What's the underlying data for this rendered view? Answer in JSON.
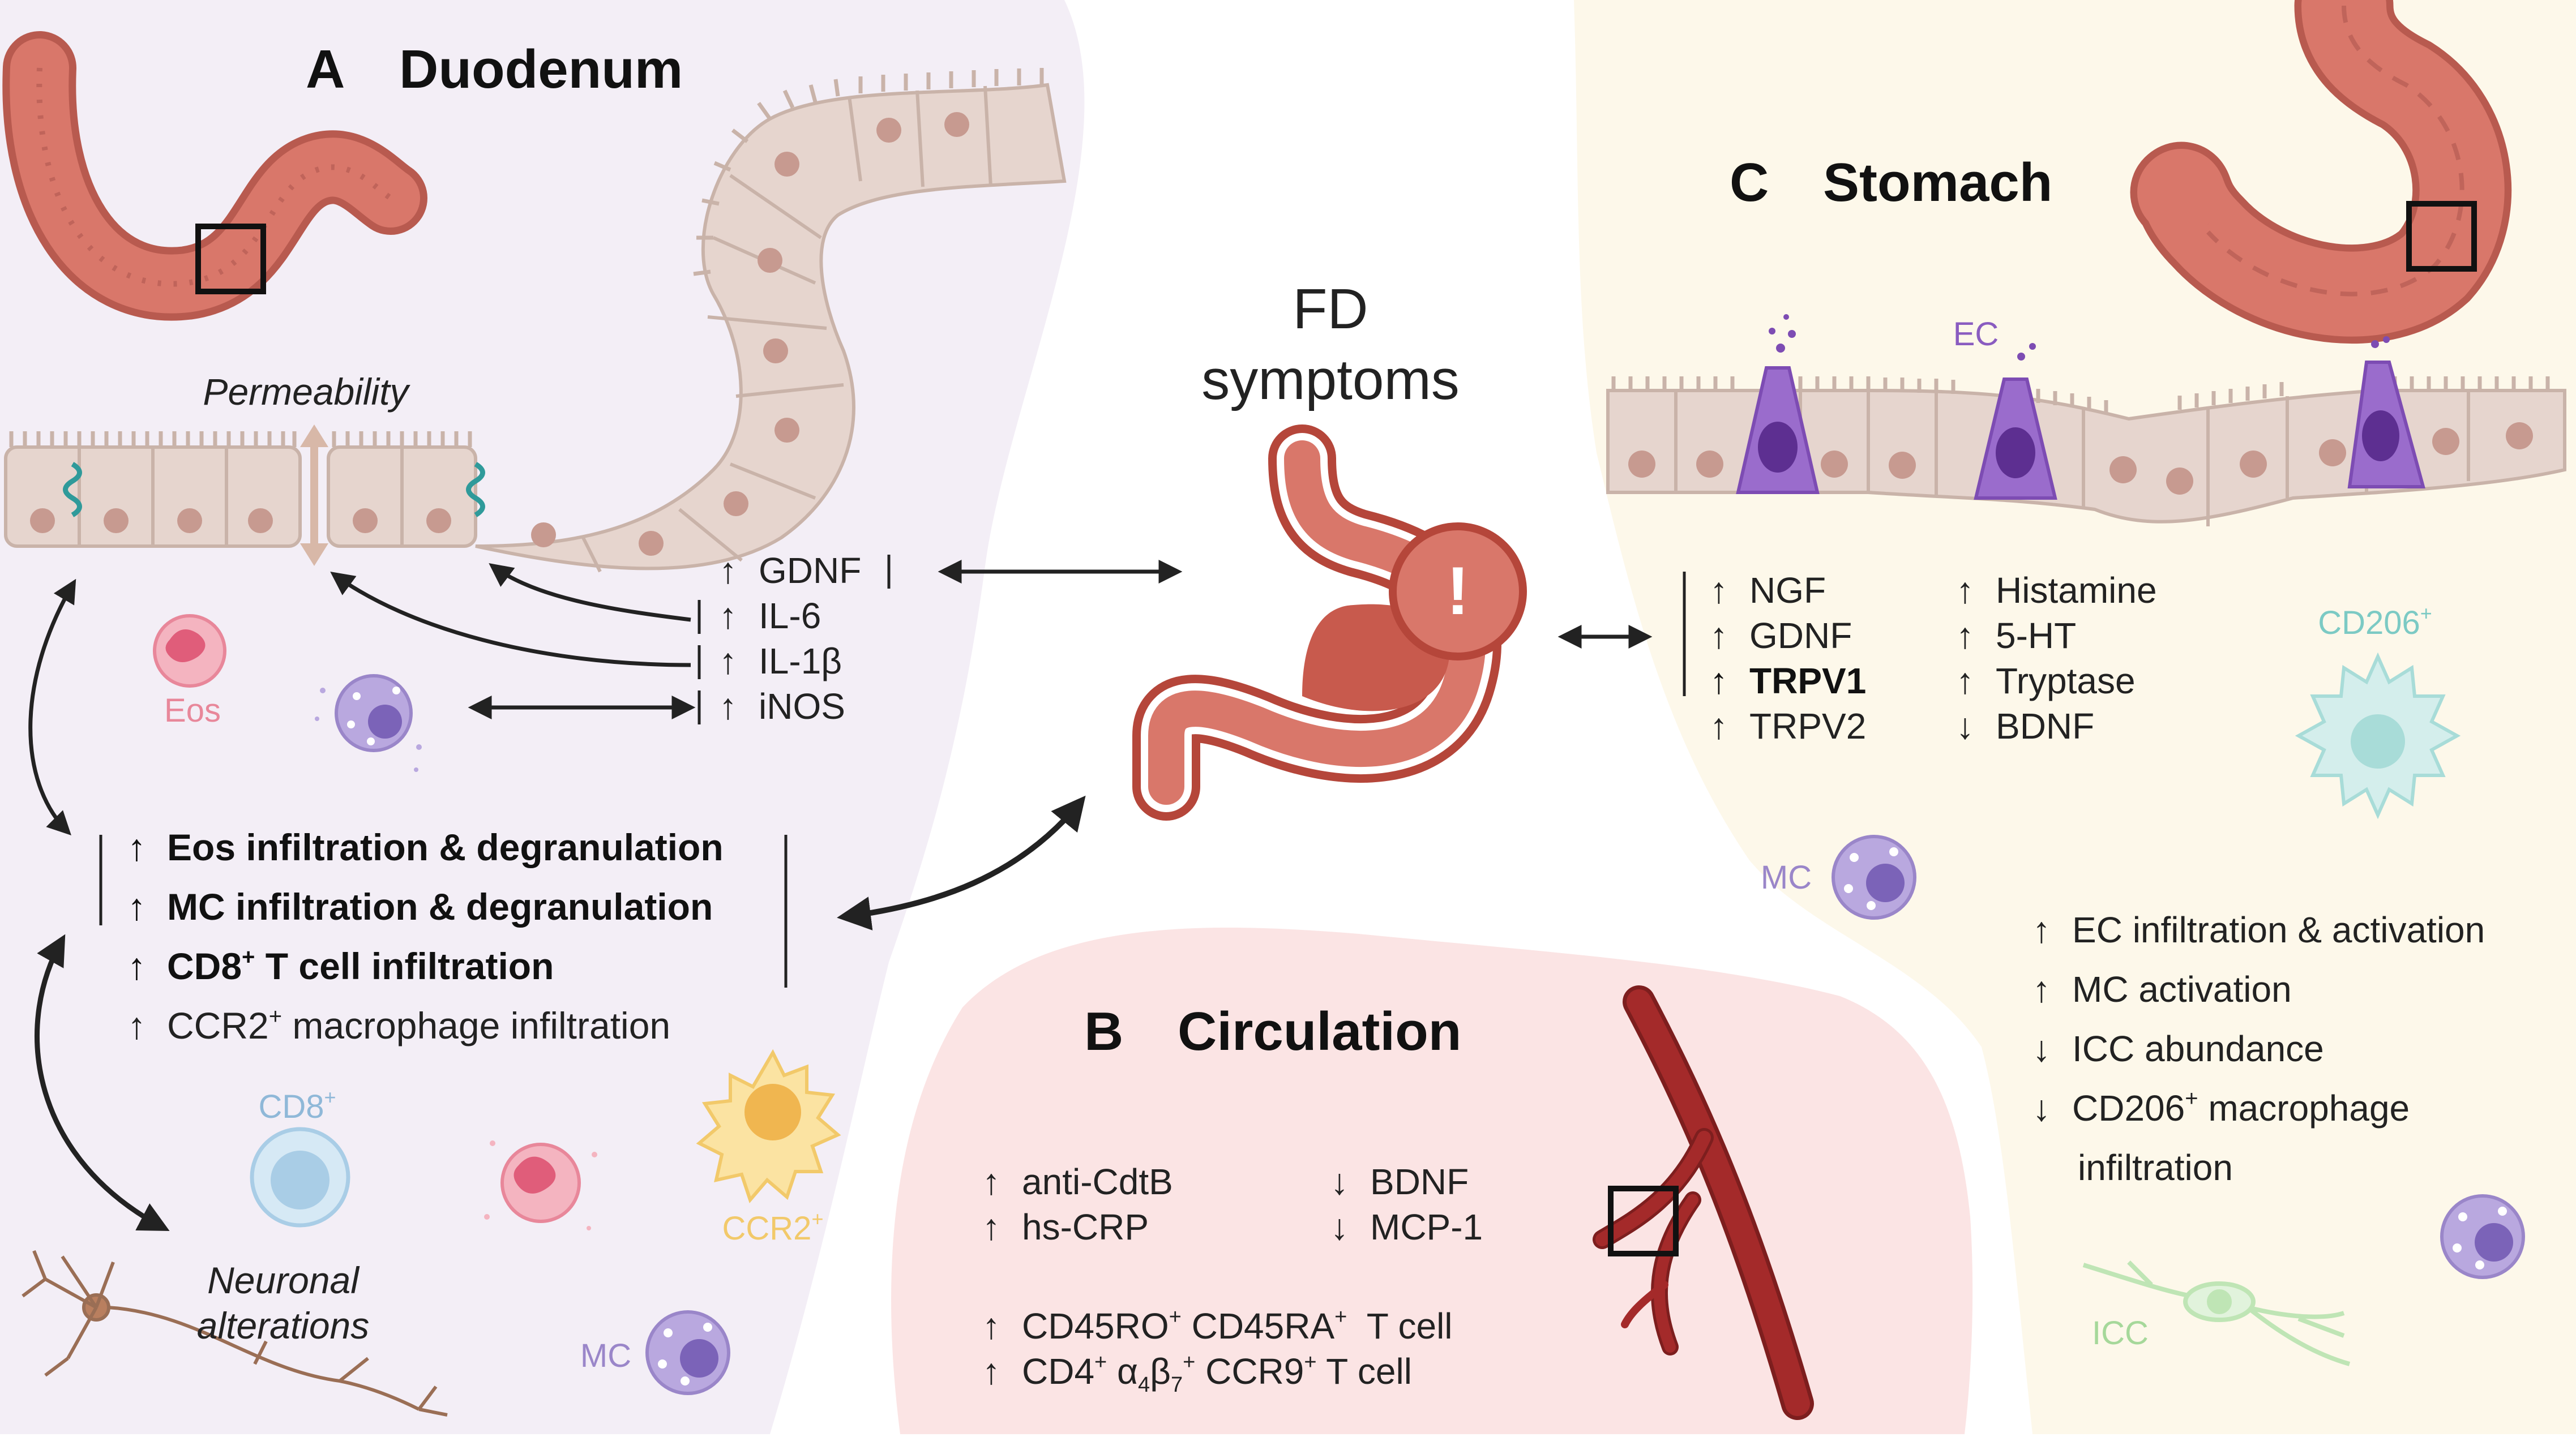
{
  "center": {
    "title_line1": "FD",
    "title_line2": "symptoms",
    "alert_mark": "!"
  },
  "panel_a": {
    "letter": "A",
    "title": "Duodenum",
    "permeability_label": "Permeability",
    "mediators": [
      "GDNF",
      "IL-6",
      "IL-1β",
      "iNOS"
    ],
    "cells": {
      "eos": "Eos",
      "cd8": "CD8",
      "cd8_sup": "+",
      "ccr2": "CCR2",
      "ccr2_sup": "+",
      "mc": "MC"
    },
    "findings": [
      {
        "prefix": "Eos infiltration & degranulation"
      },
      {
        "prefix": "MC infiltration & degranulation"
      },
      {
        "prefix": "CD8",
        "sup": "+",
        "suffix": " T cell infiltration"
      },
      {
        "prefix": "CCR2",
        "sup": "+",
        "suffix": " macrophage infiltration"
      }
    ],
    "neuronal_line1": "Neuronal",
    "neuronal_line2": "alterations"
  },
  "panel_b": {
    "letter": "B",
    "title": "Circulation",
    "up_left": [
      "anti-CdtB",
      "hs-CRP"
    ],
    "down_right": [
      "BDNF",
      "MCP-1"
    ],
    "tcell1": {
      "a": "CD45RO",
      "a_sup": "+",
      "b": " CD45RA",
      "b_sup": "+",
      "c": "  T cell"
    },
    "tcell2": {
      "a": "CD4",
      "a_sup": "+",
      "b": " α",
      "b_sub": "4",
      "c": "β",
      "c_sub": "7",
      "c_sup": "+",
      "d": " CCR9",
      "d_sup": "+",
      "e": " T cell"
    }
  },
  "panel_c": {
    "letter": "C",
    "title": "Stomach",
    "ec_label": "EC",
    "cd206": "CD206",
    "cd206_sup": "+",
    "mc_label": "MC",
    "icc_label": "ICC",
    "col_left": [
      "NGF",
      "GDNF",
      "TRPV1",
      "TRPV2"
    ],
    "col_right": [
      "Histamine",
      "5-HT",
      "Tryptase",
      "BDNF"
    ],
    "findings": [
      {
        "arrow": "↑",
        "text": "EC infiltration & activation"
      },
      {
        "arrow": "↑",
        "text": "MC activation"
      },
      {
        "arrow": "↓",
        "text": "ICC abundance"
      },
      {
        "arrow": "↓",
        "text": "CD206",
        "sup": "+",
        "suffix": " macrophage"
      }
    ],
    "finding_continuation": "infiltration"
  },
  "arrows": {
    "up": "↑",
    "down": "↓"
  },
  "colors": {
    "panel_a_bg": "#f3eef6",
    "panel_b_bg": "#fbe4e4",
    "panel_c_bg": "#fdf8ea",
    "epithelium": "#e6d5ce",
    "nucleus": "#c79a90",
    "organ": "#d9776a",
    "eos": "#e8879a",
    "mc": "#9a86c9",
    "cd8": "#a9cde6",
    "ccr2": "#f2c96a",
    "cd206": "#a8dcd8",
    "icc": "#bfe5b5",
    "vessel": "#a42a2a",
    "neuron": "#9a6e55"
  }
}
